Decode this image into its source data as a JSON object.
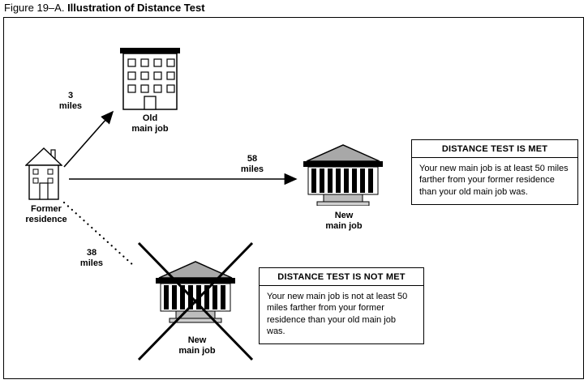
{
  "title": {
    "figure": "Figure 19–A.",
    "name": "Illustration of Distance Test"
  },
  "labels": {
    "old_main_job": "Old\nmain job",
    "former_residence": "Former\nresidence",
    "new_main_job_right": "New\nmain job",
    "new_main_job_bottom": "New\nmain job",
    "dist_old": "3\nmiles",
    "dist_new_met": "58\nmiles",
    "dist_new_not_met": "38\nmiles"
  },
  "callouts": {
    "met": {
      "header": "DISTANCE TEST IS MET",
      "body": "Your new main job is at least 50 miles farther from your former residence than your old main job was."
    },
    "not_met": {
      "header": "DISTANCE TEST IS NOT MET",
      "body": "Your new main job is not at least 50 miles farther from your former residence than your old main job was."
    }
  },
  "colors": {
    "ink": "#000000",
    "pediment_gray": "#a8a8a8",
    "steps_gray": "#bdbdbd"
  }
}
